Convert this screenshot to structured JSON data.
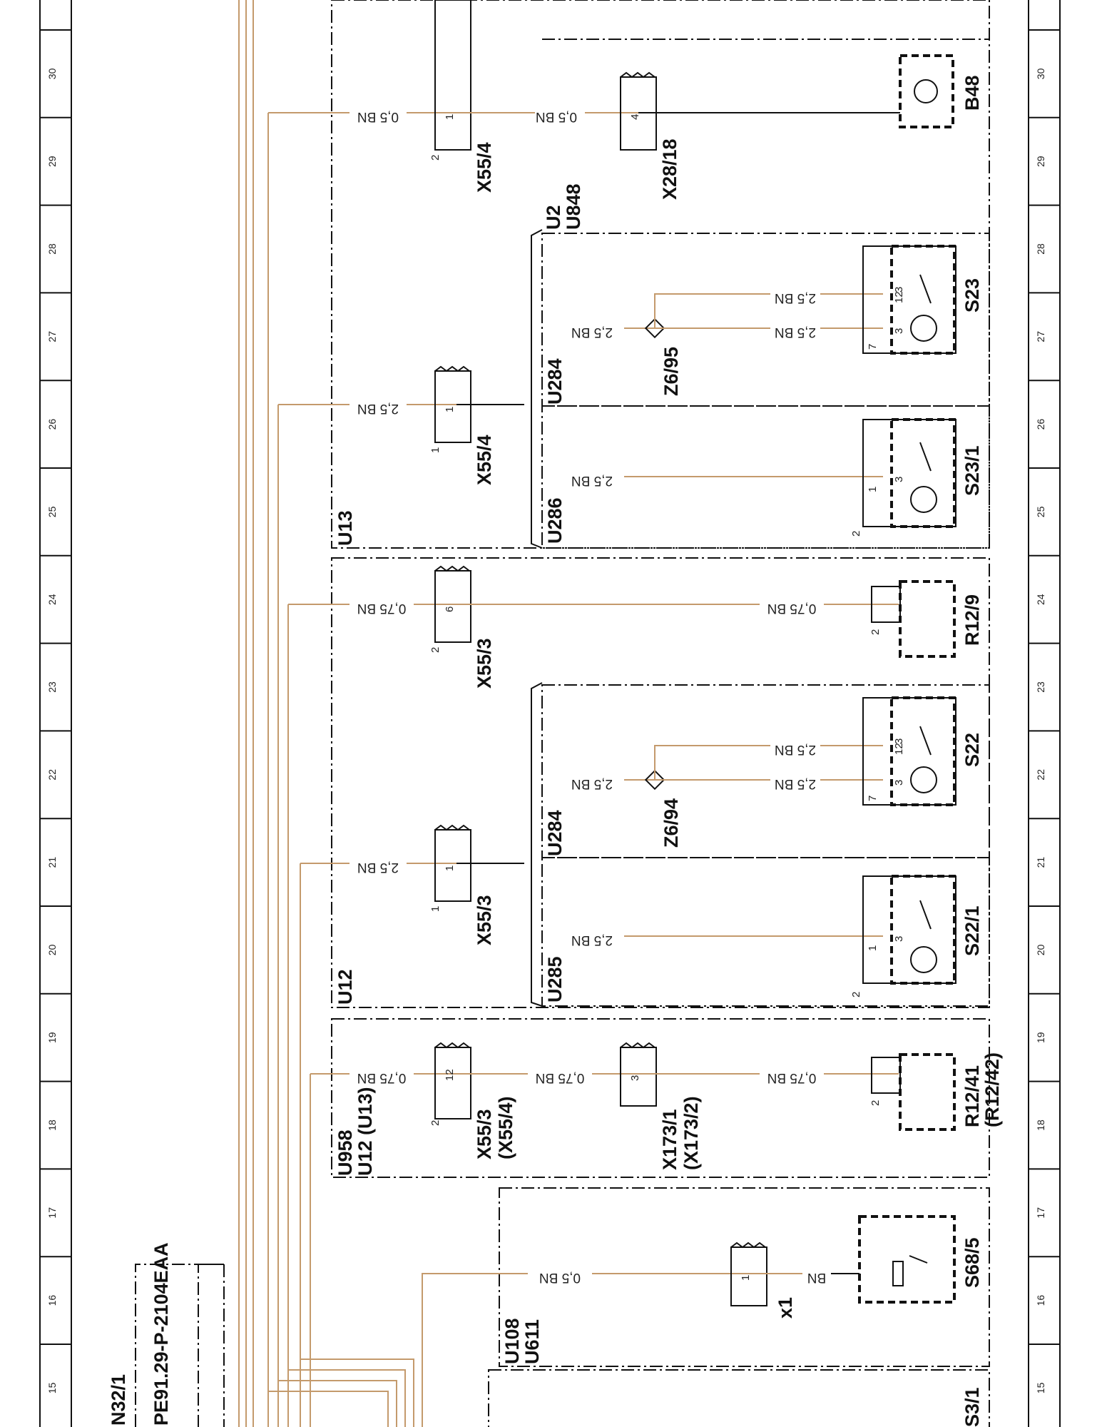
{
  "ruler_numbers": [
    "30",
    "29",
    "28",
    "27",
    "26",
    "25",
    "24",
    "23",
    "22",
    "21",
    "20",
    "19",
    "18",
    "17",
    "16",
    "15"
  ],
  "groups": {
    "u13": "U13",
    "u12": "U12",
    "u958": "U958",
    "u12_u13": "U12\n(U13)",
    "u108": "U108",
    "u611": "U611",
    "u2": "U2",
    "u848": "U848",
    "u284_a": "U284",
    "u286": "U286",
    "u284_b": "U284",
    "u285": "U285"
  },
  "components": {
    "b48": "B48",
    "s23": "S23",
    "s23_1": "S23/1",
    "r12_9": "R12/9",
    "s22": "S22",
    "s22_1": "S22/1",
    "r12_41": "R12/41",
    "r12_42": "(R12/42)",
    "s68_5": "S68/5",
    "n32_1": "N32/1",
    "ref": "PE91.29-P-2104EAA",
    "bottom_partial": "S3/1"
  },
  "connectors": {
    "x55_4_a": "X55/4",
    "x28_18": "X28/18",
    "x55_4_b": "X55/4",
    "x55_3_a": "X55/3",
    "x55_3_b": "X55/3",
    "x55_3_c": "X55/3",
    "x55_4_c": "(X55/4)",
    "x173_1": "X173/1",
    "x173_2": "(X173/2)",
    "x1": "x1",
    "z6_95": "Z6/95",
    "z6_94": "Z6/94"
  },
  "wire_labels": {
    "w30a": "0,5 BN",
    "w30b": "0,5 BN",
    "w275a": "2,5 BN",
    "w275b": "2,5 BN",
    "w275c": "2,5 BN",
    "w26": "2,5 BN",
    "w25": "2,5 BN",
    "w24a": "0,75 BN",
    "w24b": "0,75 BN",
    "w225a": "2,5 BN",
    "w225b": "2,5 BN",
    "w225c": "2,5 BN",
    "w21": "2,5 BN",
    "w20": "2,5 BN",
    "w185a": "0,75 BN",
    "w185b": "0,75 BN",
    "w185c": "0,75 BN",
    "w16a": "0,5 BN",
    "w16b": "BN"
  },
  "pins": {
    "p1": "1",
    "p2": "2",
    "p3": "4",
    "p4": "12",
    "p5": "3",
    "p6": "7",
    "p7": "3",
    "p8": "1",
    "p9": "1",
    "p10": "1",
    "p11": "3",
    "p12": "2",
    "p13": "6",
    "p14": "2",
    "p15": "2",
    "p16": "12",
    "p17": "3",
    "p18": "7",
    "p19": "3",
    "p20": "1",
    "p21": "1",
    "p22": "1",
    "p23": "3",
    "p24": "2",
    "p25": "12",
    "p26": "2",
    "p27": "3",
    "p28": "2",
    "p29": "1"
  },
  "colors": {
    "wire": "#c49a6c",
    "line": "#111111"
  }
}
